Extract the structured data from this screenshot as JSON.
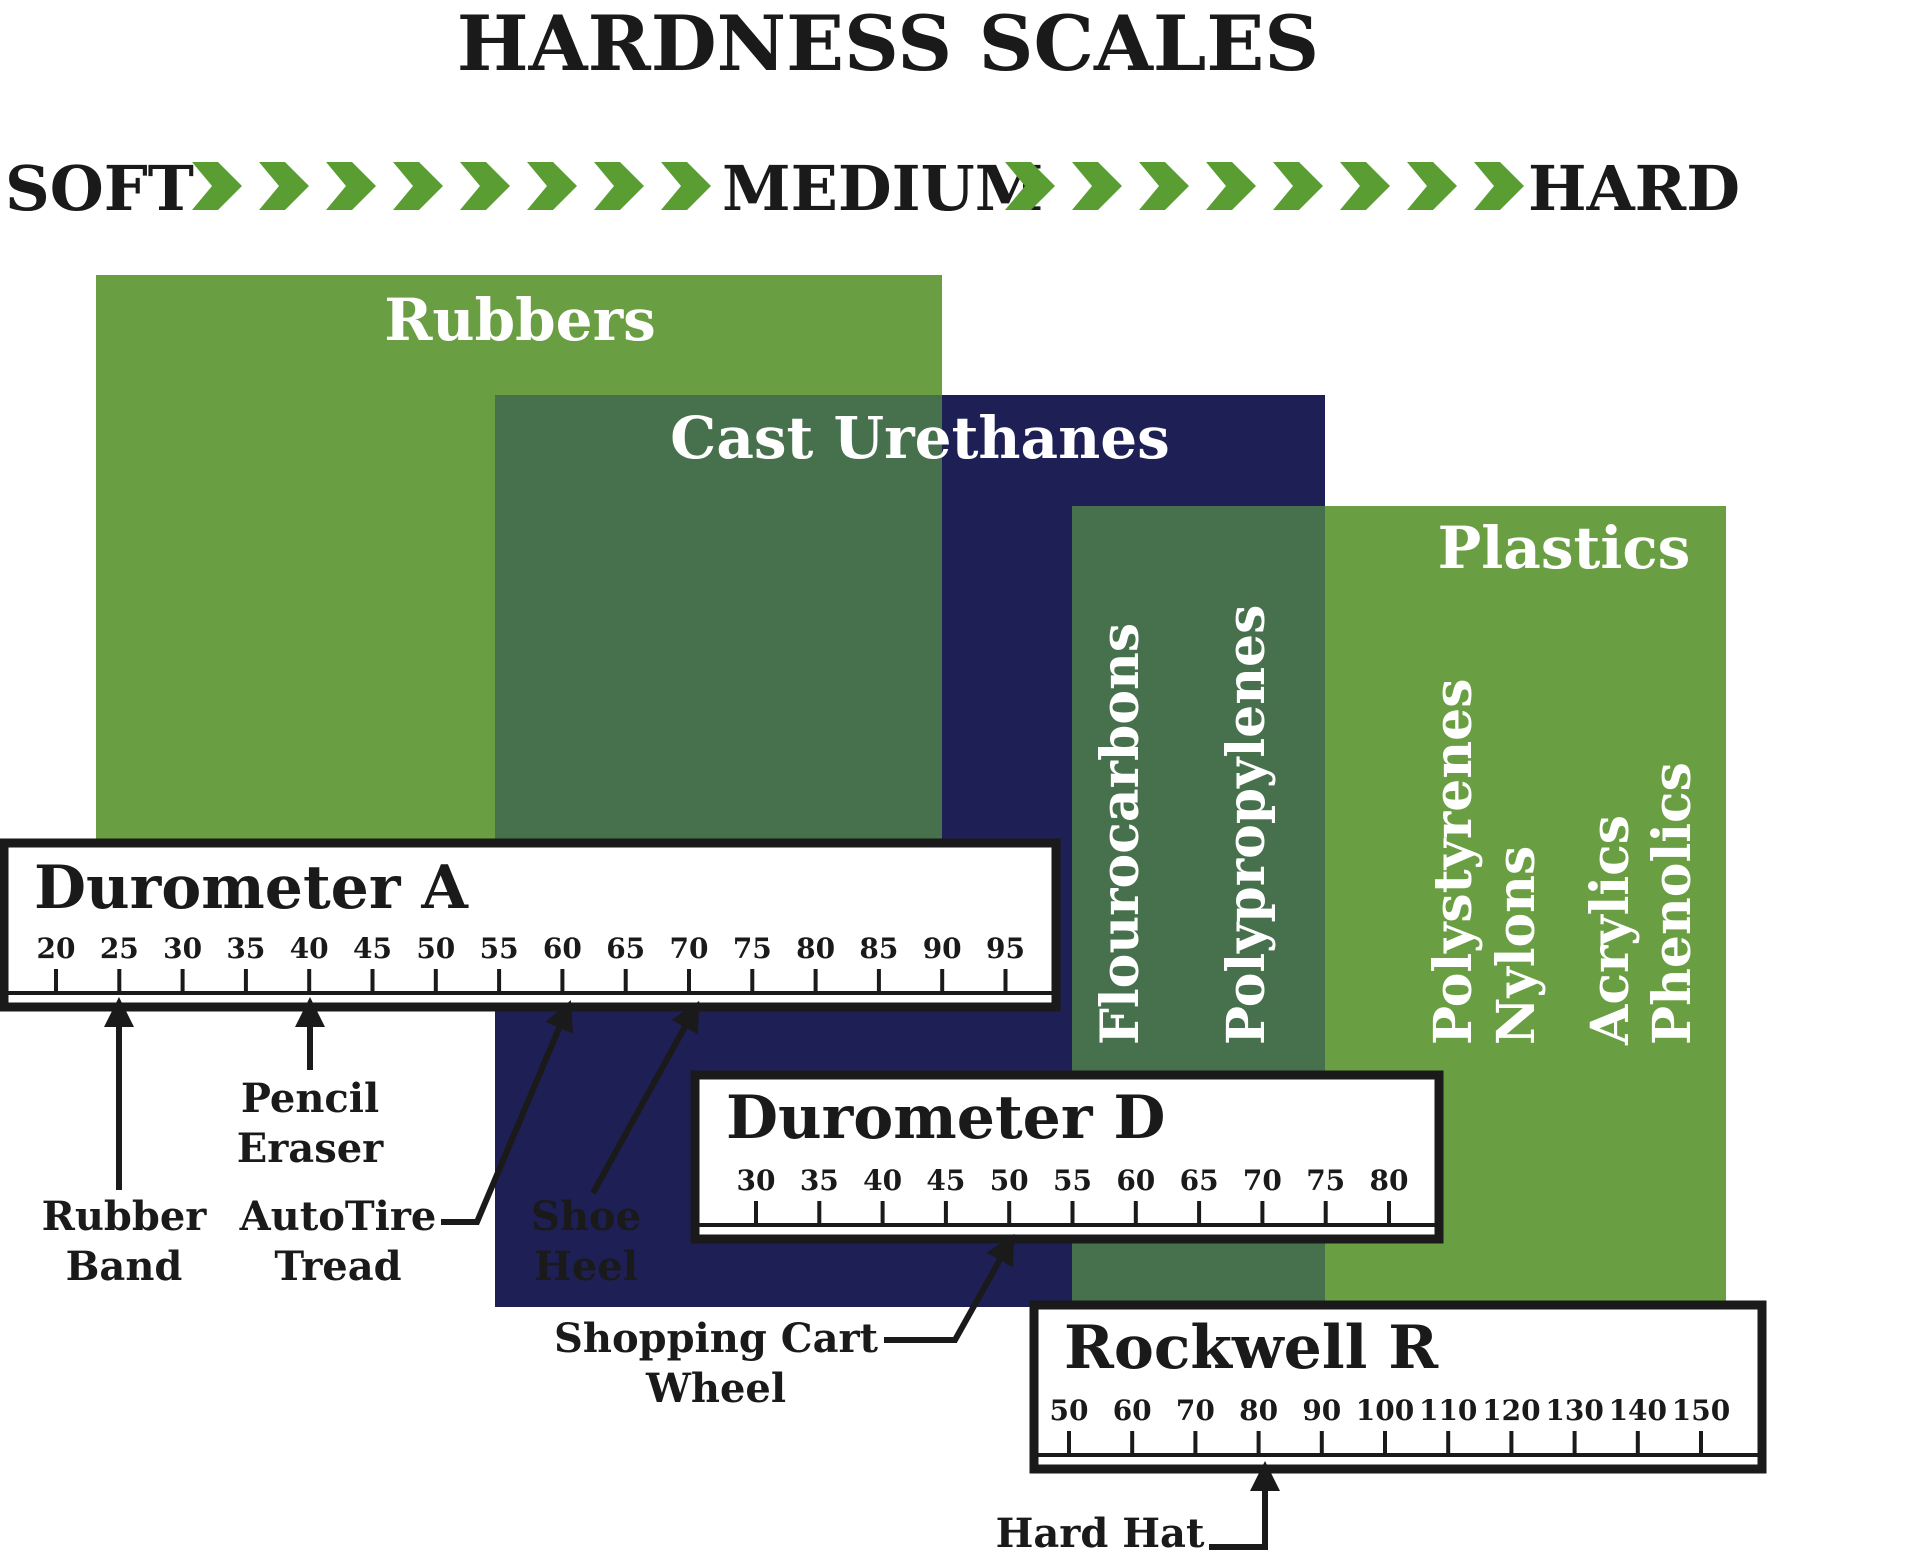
{
  "title": "HARDNESS SCALES",
  "scale_bar": {
    "soft": "SOFT",
    "medium": "MEDIUM",
    "hard": "HARD",
    "arrow_color": "#5a9e33"
  },
  "colors": {
    "rubbers": "#6a9e42",
    "urethanes": "#1e1f55",
    "overlap": "#47714c",
    "plastics": "#6a9e42",
    "text_dark": "#1a1a1a"
  },
  "bands": {
    "rubbers": "Rubbers",
    "urethanes": "Cast Urethanes",
    "plastics": "Plastics"
  },
  "materials": [
    "Flourocarbons",
    "Polypropylenes",
    "Polystyrenes",
    "Nylons",
    "Acrylics",
    "Phenolics"
  ],
  "scales": {
    "durometer_a": {
      "label": "Durometer A",
      "ticks": [
        "20",
        "25",
        "30",
        "35",
        "40",
        "45",
        "50",
        "55",
        "60",
        "65",
        "70",
        "75",
        "80",
        "85",
        "90",
        "95"
      ]
    },
    "durometer_d": {
      "label": "Durometer D",
      "ticks": [
        "30",
        "35",
        "40",
        "45",
        "50",
        "55",
        "60",
        "65",
        "70",
        "75",
        "80"
      ]
    },
    "rockwell_r": {
      "label": "Rockwell R",
      "ticks": [
        "50",
        "60",
        "70",
        "80",
        "90",
        "100",
        "110",
        "120",
        "130",
        "140",
        "150"
      ]
    }
  },
  "callouts": {
    "rubber_band": [
      "Rubber",
      "Band"
    ],
    "pencil_eraser": [
      "Pencil",
      "Eraser"
    ],
    "autotire_tread": [
      "AutoTire",
      "Tread"
    ],
    "shoe_heel": [
      "Shoe",
      "Heel"
    ],
    "shopping_cart": [
      "Shopping Cart",
      "Wheel"
    ],
    "hard_hat": [
      "Hard Hat"
    ]
  }
}
